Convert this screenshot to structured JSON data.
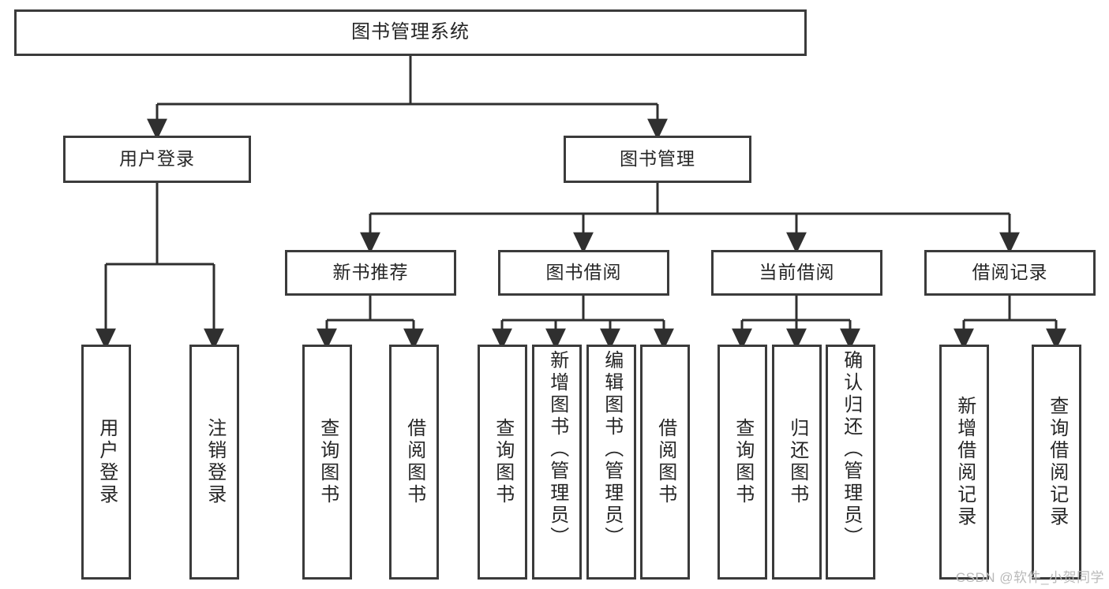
{
  "diagram": {
    "title": "图书管理系统",
    "type": "tree",
    "root": {
      "id": "root",
      "label": "图书管理系统",
      "orientation": "horizontal"
    },
    "levels": [
      {
        "level": 1,
        "nodes": [
          {
            "id": "root",
            "label": "图书管理系统",
            "orientation": "horizontal"
          }
        ]
      },
      {
        "level": 2,
        "nodes": [
          {
            "id": "user-login",
            "label": "用户登录",
            "orientation": "horizontal",
            "parent": "root"
          },
          {
            "id": "book-manage",
            "label": "图书管理",
            "orientation": "horizontal",
            "parent": "root"
          }
        ]
      },
      {
        "level": 3,
        "nodes": [
          {
            "id": "new-book-rec",
            "label": "新书推荐",
            "orientation": "horizontal",
            "parent": "book-manage"
          },
          {
            "id": "book-borrow",
            "label": "图书借阅",
            "orientation": "horizontal",
            "parent": "book-manage"
          },
          {
            "id": "current-borrow",
            "label": "当前借阅",
            "orientation": "horizontal",
            "parent": "book-manage"
          },
          {
            "id": "borrow-record",
            "label": "借阅记录",
            "orientation": "horizontal",
            "parent": "book-manage"
          }
        ]
      },
      {
        "level": 4,
        "nodes": [
          {
            "id": "leaf-user-login",
            "label": "用户登录",
            "orientation": "vertical",
            "parent": "user-login"
          },
          {
            "id": "leaf-user-logout",
            "label": "注销登录",
            "orientation": "vertical",
            "parent": "user-login"
          },
          {
            "id": "leaf-query-book-1",
            "label": "查询图书",
            "orientation": "vertical",
            "parent": "new-book-rec"
          },
          {
            "id": "leaf-borrow-book-1",
            "label": "借阅图书",
            "orientation": "vertical",
            "parent": "new-book-rec"
          },
          {
            "id": "leaf-query-book-2",
            "label": "查询图书",
            "orientation": "vertical",
            "parent": "book-borrow"
          },
          {
            "id": "leaf-add-book",
            "label": "新增图书（管理员）",
            "orientation": "vertical",
            "parent": "book-borrow"
          },
          {
            "id": "leaf-edit-book",
            "label": "编辑图书（管理员）",
            "orientation": "vertical",
            "parent": "book-borrow"
          },
          {
            "id": "leaf-borrow-book-2",
            "label": "借阅图书",
            "orientation": "vertical",
            "parent": "book-borrow"
          },
          {
            "id": "leaf-query-book-3",
            "label": "查询图书",
            "orientation": "vertical",
            "parent": "current-borrow"
          },
          {
            "id": "leaf-return-book",
            "label": "归还图书",
            "orientation": "vertical",
            "parent": "current-borrow"
          },
          {
            "id": "leaf-confirm-return",
            "label": "确认归还（管理员）",
            "orientation": "vertical",
            "parent": "current-borrow"
          },
          {
            "id": "leaf-add-record",
            "label": "新增借阅记录",
            "orientation": "vertical",
            "parent": "borrow-record"
          },
          {
            "id": "leaf-query-record",
            "label": "查询借阅记录",
            "orientation": "vertical",
            "parent": "borrow-record"
          }
        ]
      }
    ],
    "colors": {
      "node_border": "#3b3b3b",
      "node_fill": "#ffffff",
      "edge": "#2f2f2f",
      "text": "#262626",
      "background": "#ffffff",
      "watermark": "#b9b9b9"
    }
  },
  "watermark": {
    "text": "CSDN @软件_小贺同学"
  }
}
